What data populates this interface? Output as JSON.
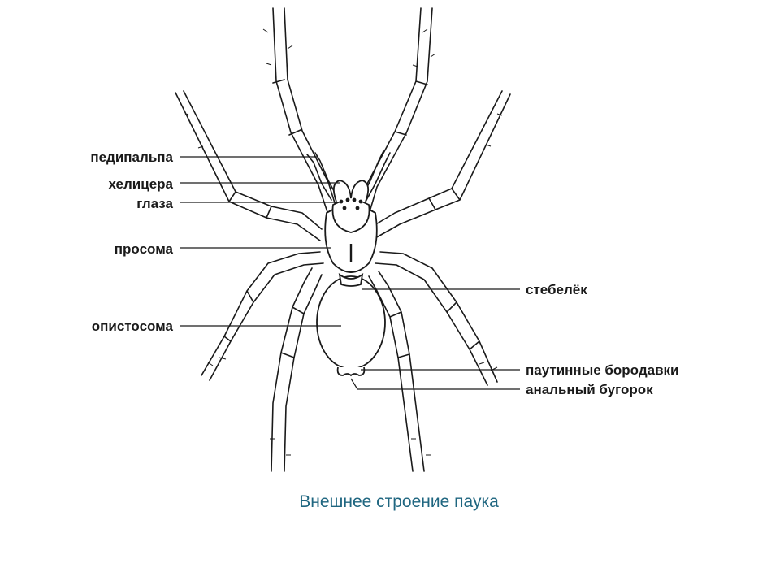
{
  "diagram": {
    "title": "Внешнее строение паука",
    "labels": {
      "pedipalp": "педипальпа",
      "chelicera": "хелицера",
      "eyes": "глаза",
      "prosoma": "просома",
      "opisthosoma": "опистосома",
      "pedicel": "стебелёк",
      "spinnerets": "паутинные бородавки",
      "anal_tubercle": "анальный бугорок"
    },
    "colors": {
      "ink": "#1a1a1a",
      "caption": "#1f6680",
      "background": "#ffffff"
    }
  }
}
